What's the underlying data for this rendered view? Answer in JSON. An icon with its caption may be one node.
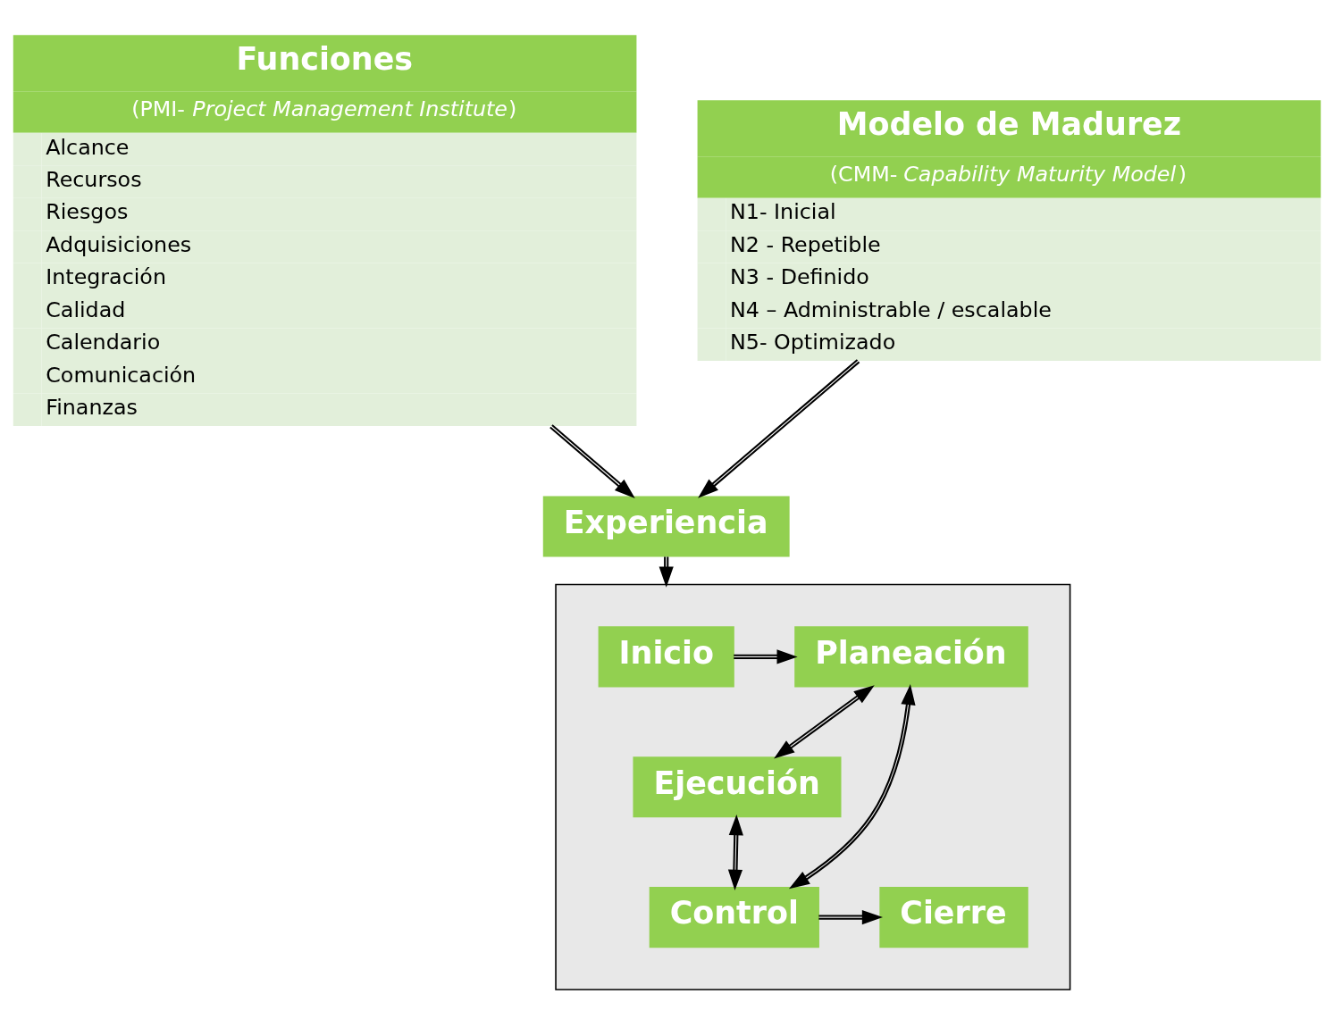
{
  "diagram": {
    "nodes": [
      {
        "text": [
          "Funciones",
          "(PMI- *Project Management Institute*)",
          "Alcance",
          "Recursos",
          "Riesgos",
          "Adquisiciones",
          "Integración",
          "Calidad",
          "Calendario",
          "Comunicación",
          "Finanzas"
        ]
      },
      {
        "text": [
          "Modelo de Madurez",
          "(CMM- *Capability Maturity Model*)",
          "N1- Inicial",
          "N2 - Repetible",
          "N3 - Definido",
          "N4 – Administrable / escalable",
          "N5- Optimizado"
        ]
      },
      {
        "text": [
          "Experiencia"
        ]
      },
      {
        "text": [],
        "shape": "box"
      },
      {
        "text": [
          "Inicio"
        ],
        "in": 3
      },
      {
        "text": [
          "Planeación"
        ],
        "in": 3
      },
      {
        "text": [
          "Ejecución"
        ],
        "in": 3
      },
      {
        "text": [
          "Control"
        ],
        "in": 3
      },
      {
        "text": [
          "Cierre"
        ],
        "in": 3
      }
    ],
    "edges": [
      {
        "from": 0,
        "to": 2,
        "arrow": "to"
      },
      {
        "from": 1,
        "to": 2,
        "arrow": "to"
      },
      {
        "from": 2,
        "to": 3,
        "arrow": "to"
      },
      {
        "from": 4,
        "to": 5,
        "arrow": "to"
      },
      {
        "from": 5,
        "to": 6,
        "arrow": "both"
      },
      {
        "from": 5,
        "to": 7,
        "arrow": "both"
      },
      {
        "from": 6,
        "to": 7,
        "arrow": "both"
      },
      {
        "from": 7,
        "to": 8,
        "arrow": "to"
      }
    ]
  }
}
